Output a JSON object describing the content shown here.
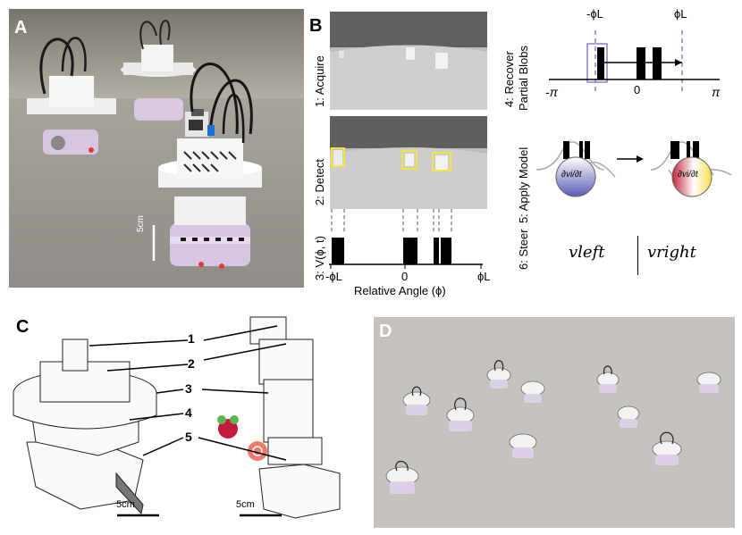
{
  "panels": {
    "a": "A",
    "b": "B",
    "c": "C",
    "d": "D"
  },
  "panel_a": {
    "scale_label": "5cm"
  },
  "panel_b": {
    "step1": "1: Acquire",
    "step2": "2: Detect",
    "step3": "3: V(ϕ, t)",
    "step4_line1": "4: Recover",
    "step4_line2": "Partial Blobs",
    "step5": "5: Apply Model",
    "step6": "6: Steer",
    "tick_neg_phi_l": "-ϕL",
    "tick_zero": "0",
    "tick_phi_l": "ϕL",
    "xlabel": "Relative Angle (ϕ)",
    "p4_neg_phi_l": "-ϕL",
    "p4_phi_l": "ϕL",
    "p4_neg_pi": "-π",
    "p4_zero": "0",
    "p4_pi": "π",
    "model_left": "∂vi/∂t",
    "model_right": "∂vi/∂t",
    "v_left": "vleft",
    "v_right": "vright"
  },
  "panel_c": {
    "labels": [
      "1",
      "2",
      "3",
      "4",
      "5"
    ],
    "scale_left": "5cm",
    "scale_right": "5cm"
  },
  "colors": {
    "accent_purple": "#8a7fd8",
    "detect_yellow": "#f0e640",
    "led_red": "#e23a3a",
    "model_blue": "#5b5bb5",
    "model_red": "#c2283a",
    "model_yellow": "#f5dd4a"
  }
}
